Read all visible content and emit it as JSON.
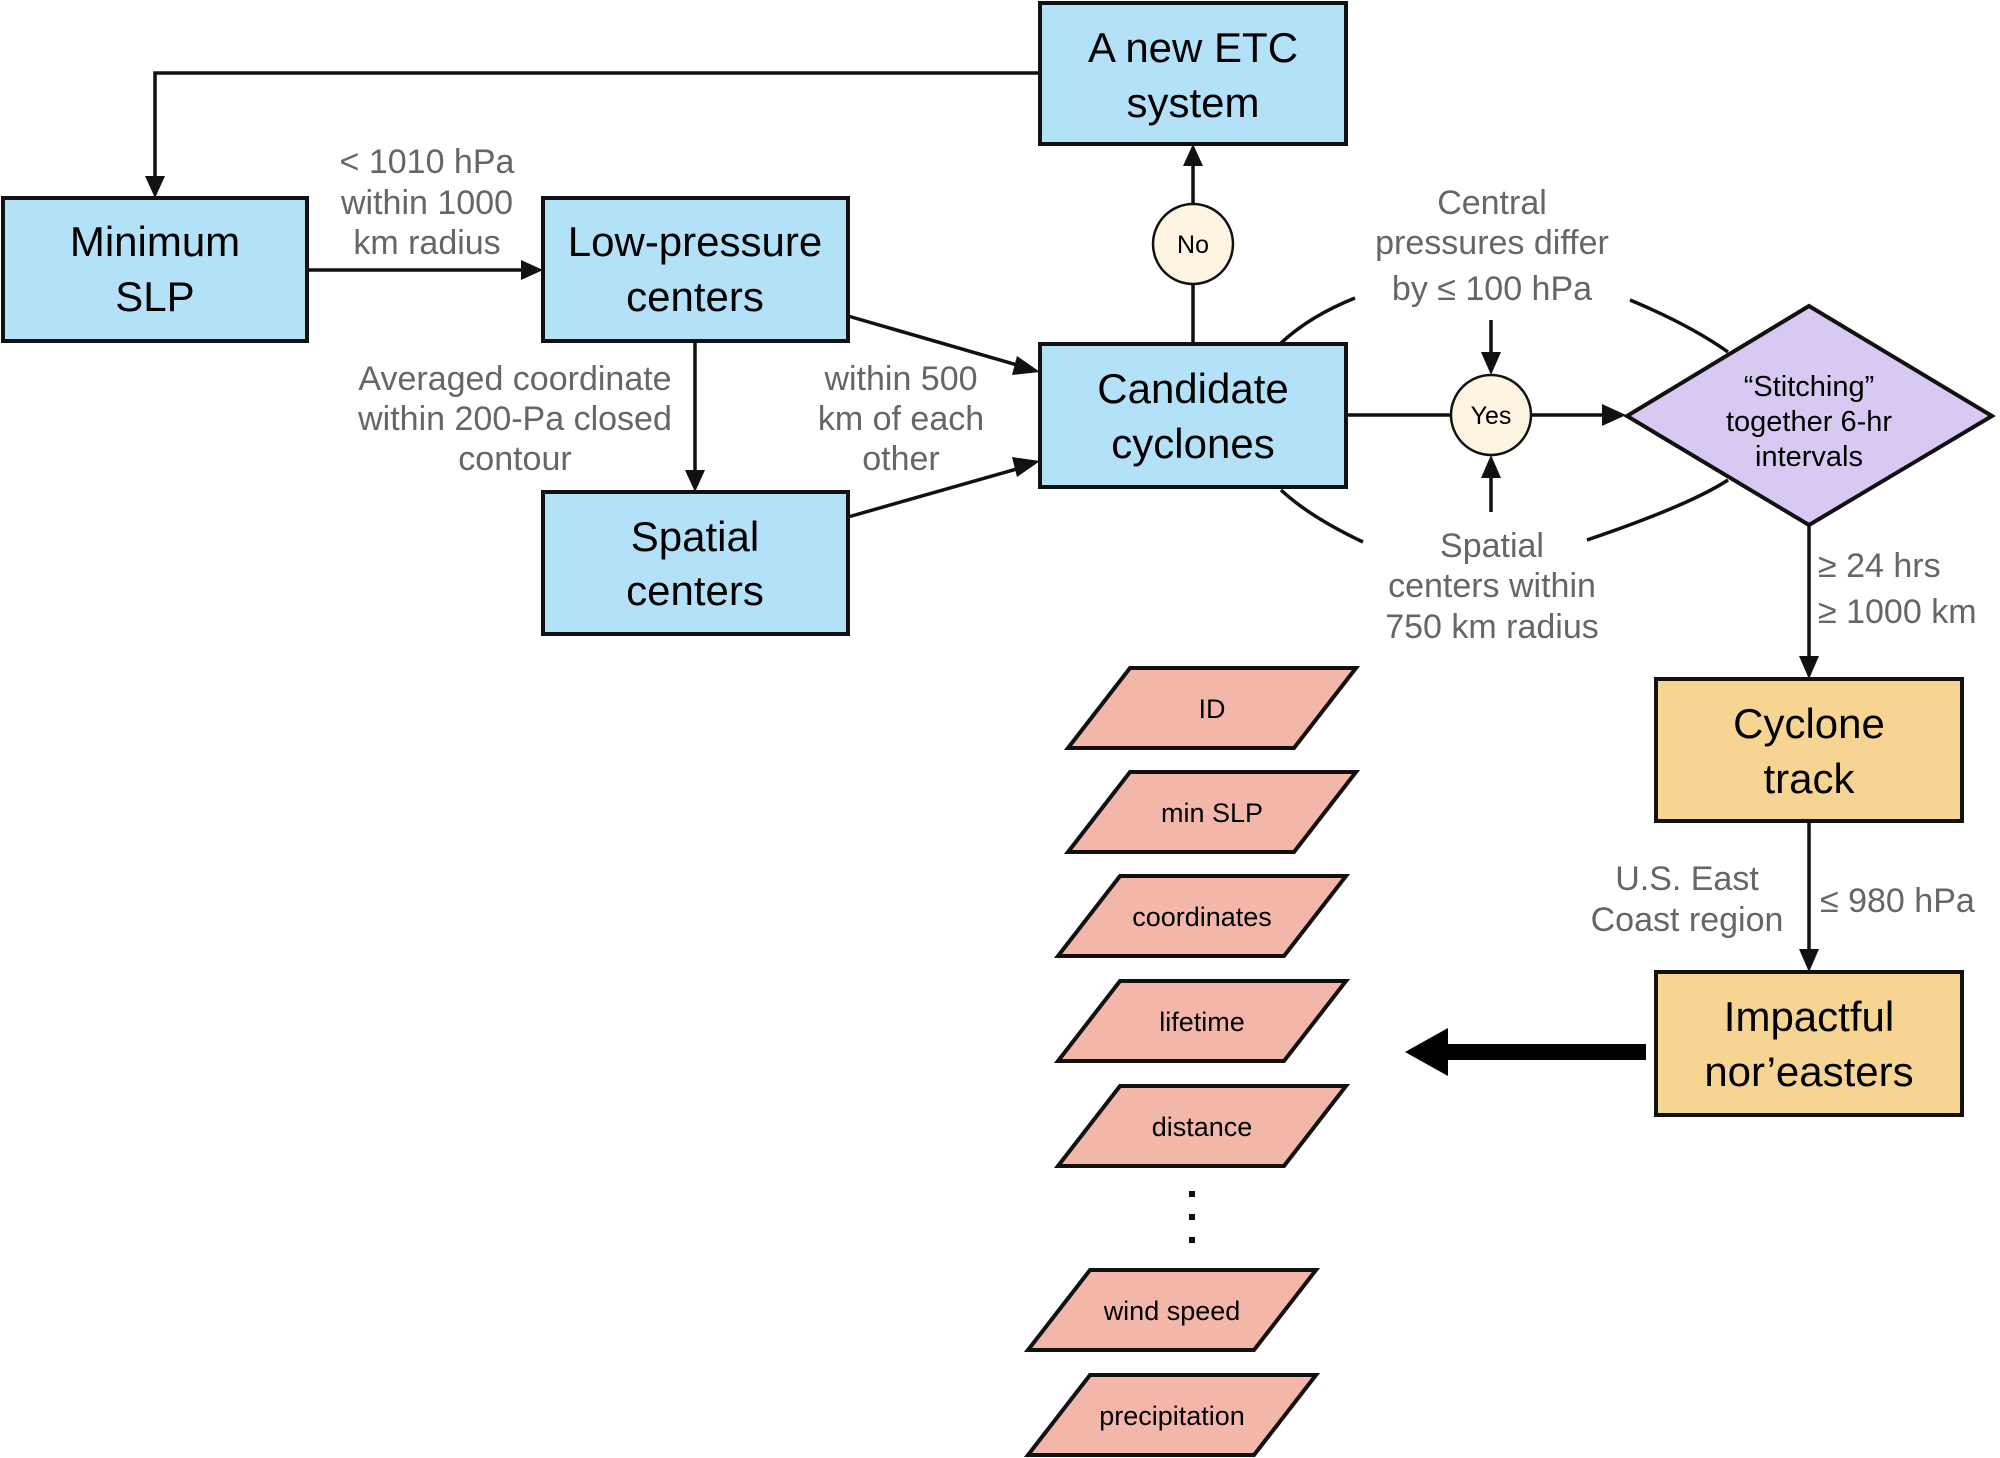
{
  "diagram": {
    "nodes": {
      "new_etc": {
        "lines": [
          "A new ETC",
          "system"
        ],
        "color": "#B3E1F8"
      },
      "minimum_slp": {
        "lines": [
          "Minimum",
          "SLP"
        ],
        "color": "#B3E1F8"
      },
      "low_pressure": {
        "lines": [
          "Low-pressure",
          "centers"
        ],
        "color": "#B3E1F8"
      },
      "spatial": {
        "lines": [
          "Spatial",
          "centers"
        ],
        "color": "#B3E1F8"
      },
      "candidate": {
        "lines": [
          "Candidate",
          "cyclones"
        ],
        "color": "#B3E1F8"
      },
      "stitching": {
        "lines": [
          "“Stitching”",
          "together 6-hr",
          "intervals"
        ],
        "color": "#D8C9F2"
      },
      "cyclone_track": {
        "lines": [
          "Cyclone",
          "track"
        ],
        "color": "#F5D591"
      },
      "impactful": {
        "lines": [
          "Impactful",
          "nor’easters"
        ],
        "color": "#F5D591"
      }
    },
    "decisions": {
      "no": "No",
      "yes": "Yes"
    },
    "edge_labels": {
      "slp_to_low": [
        "< 1010 hPa",
        "within 1000",
        "km radius"
      ],
      "low_to_spatial": [
        "Averaged coordinate",
        "within 200-Pa closed",
        "contour"
      ],
      "to_candidate": [
        "within 500",
        "km of each",
        "other"
      ],
      "central_pressure": [
        "Central",
        "pressures differ",
        "by ≤ 100 hPa"
      ],
      "spatial_radius": [
        "Spatial",
        "centers within",
        "750 km radius"
      ],
      "duration": [
        "≥ 24 hrs",
        "≥ 1000 km"
      ],
      "region": [
        "U.S. East",
        "Coast region"
      ],
      "pressure_threshold": "≤ 980 hPa"
    },
    "attributes": [
      "ID",
      "min SLP",
      "coordinates",
      "lifetime",
      "distance",
      "wind speed",
      "precipitation"
    ],
    "ellipsis": "⋮"
  }
}
